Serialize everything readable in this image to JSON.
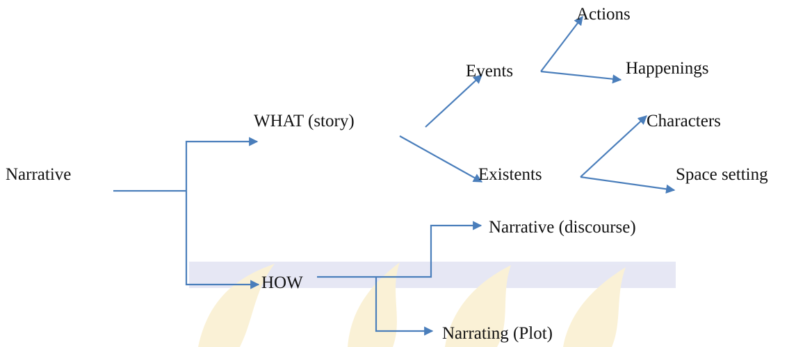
{
  "diagram": {
    "root": "Narrative",
    "nodes": {
      "what": "WHAT (story)",
      "how": "HOW",
      "events": "Events",
      "existents": "Existents",
      "actions": "Actions",
      "happenings": "Happenings",
      "characters": "Characters",
      "space_setting": "Space setting",
      "narrative_discourse": "Narrative (discourse)",
      "narrating_plot": "Narrating (Plot)"
    },
    "edges": [
      {
        "from": "Narrative",
        "to": "WHAT (story)"
      },
      {
        "from": "Narrative",
        "to": "HOW"
      },
      {
        "from": "WHAT (story)",
        "to": "Events"
      },
      {
        "from": "WHAT (story)",
        "to": "Existents"
      },
      {
        "from": "Events",
        "to": "Actions"
      },
      {
        "from": "Events",
        "to": "Happenings"
      },
      {
        "from": "Existents",
        "to": "Characters"
      },
      {
        "from": "Existents",
        "to": "Space setting"
      },
      {
        "from": "HOW",
        "to": "Narrative (discourse)"
      },
      {
        "from": "HOW",
        "to": "Narrating (Plot)"
      }
    ]
  },
  "colors": {
    "arrow": "#4a7ebb",
    "text": "#111111",
    "watermark_band": "#c8cce8",
    "watermark_leaf": "#f6e2a6"
  },
  "watermark": {
    "type": "university-logo-watermark",
    "opacity": 0.45
  }
}
